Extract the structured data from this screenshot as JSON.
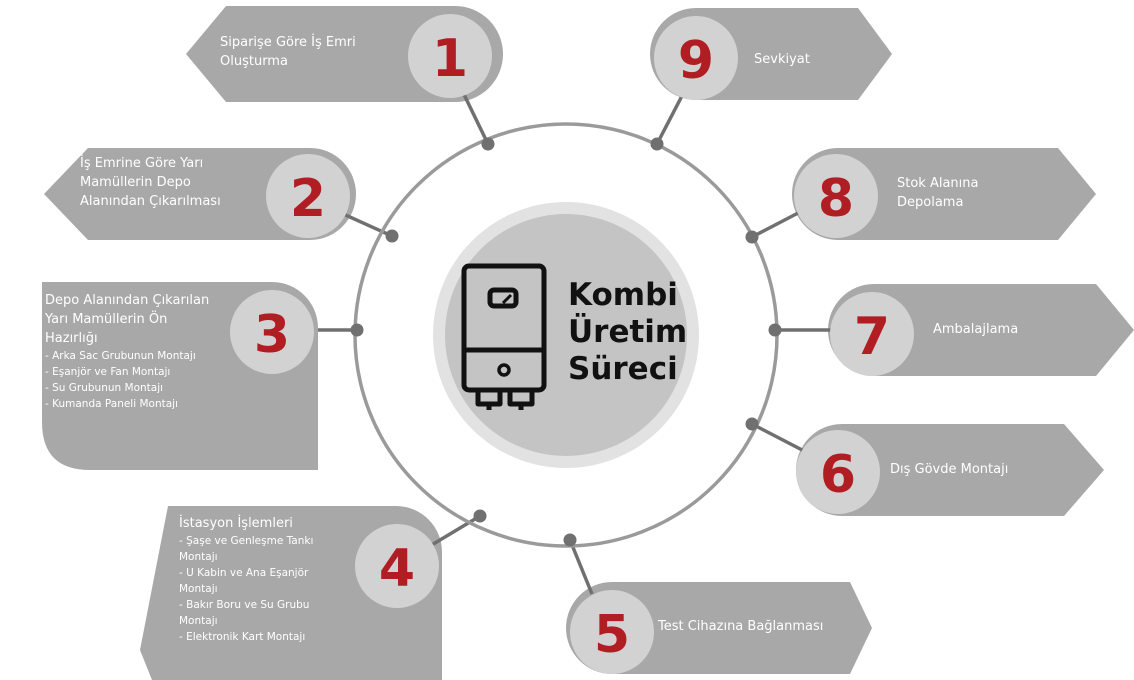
{
  "center": {
    "title_lines": [
      "Kombi",
      "Üretim",
      "Süreci"
    ],
    "icon": "boiler-icon"
  },
  "colors": {
    "tab": "#a8a8a8",
    "number_circle": "#d2d2d2",
    "number": "#b01e23",
    "ring": "#9a9a9a",
    "connector": "#707070"
  },
  "steps": [
    {
      "number": "1",
      "text": [
        "Siparişe Göre İş Emri",
        "Oluşturma"
      ]
    },
    {
      "number": "2",
      "text": [
        "İş Emrine Göre Yarı",
        "Mamüllerin Depo",
        "Alanından Çıkarılması"
      ]
    },
    {
      "number": "3",
      "text": [
        "Depo Alanından Çıkarılan",
        "Yarı Mamüllerin Ön",
        "Hazırlığı"
      ],
      "items": [
        "- Arka Sac Grubunun Montajı",
        "- Eşanjör ve Fan Montajı",
        "- Su Grubunun Montajı",
        "- Kumanda Paneli Montajı"
      ]
    },
    {
      "number": "4",
      "text": [
        "İstasyon İşlemleri"
      ],
      "items": [
        "- Şaşe ve Genleşme Tankı",
        "Montajı",
        "- U Kabin ve Ana Eşanjör",
        "Montajı",
        "- Bakır Boru ve Su Grubu",
        "Montajı",
        "- Elektronik Kart Montajı"
      ]
    },
    {
      "number": "5",
      "text": [
        "Test Cihazına Bağlanması"
      ]
    },
    {
      "number": "6",
      "text": [
        "Dış Gövde Montajı"
      ]
    },
    {
      "number": "7",
      "text": [
        "Ambalajlama"
      ]
    },
    {
      "number": "8",
      "text": [
        "Stok Alanına",
        "Depolama"
      ]
    },
    {
      "number": "9",
      "text": [
        "Sevkiyat"
      ]
    }
  ]
}
